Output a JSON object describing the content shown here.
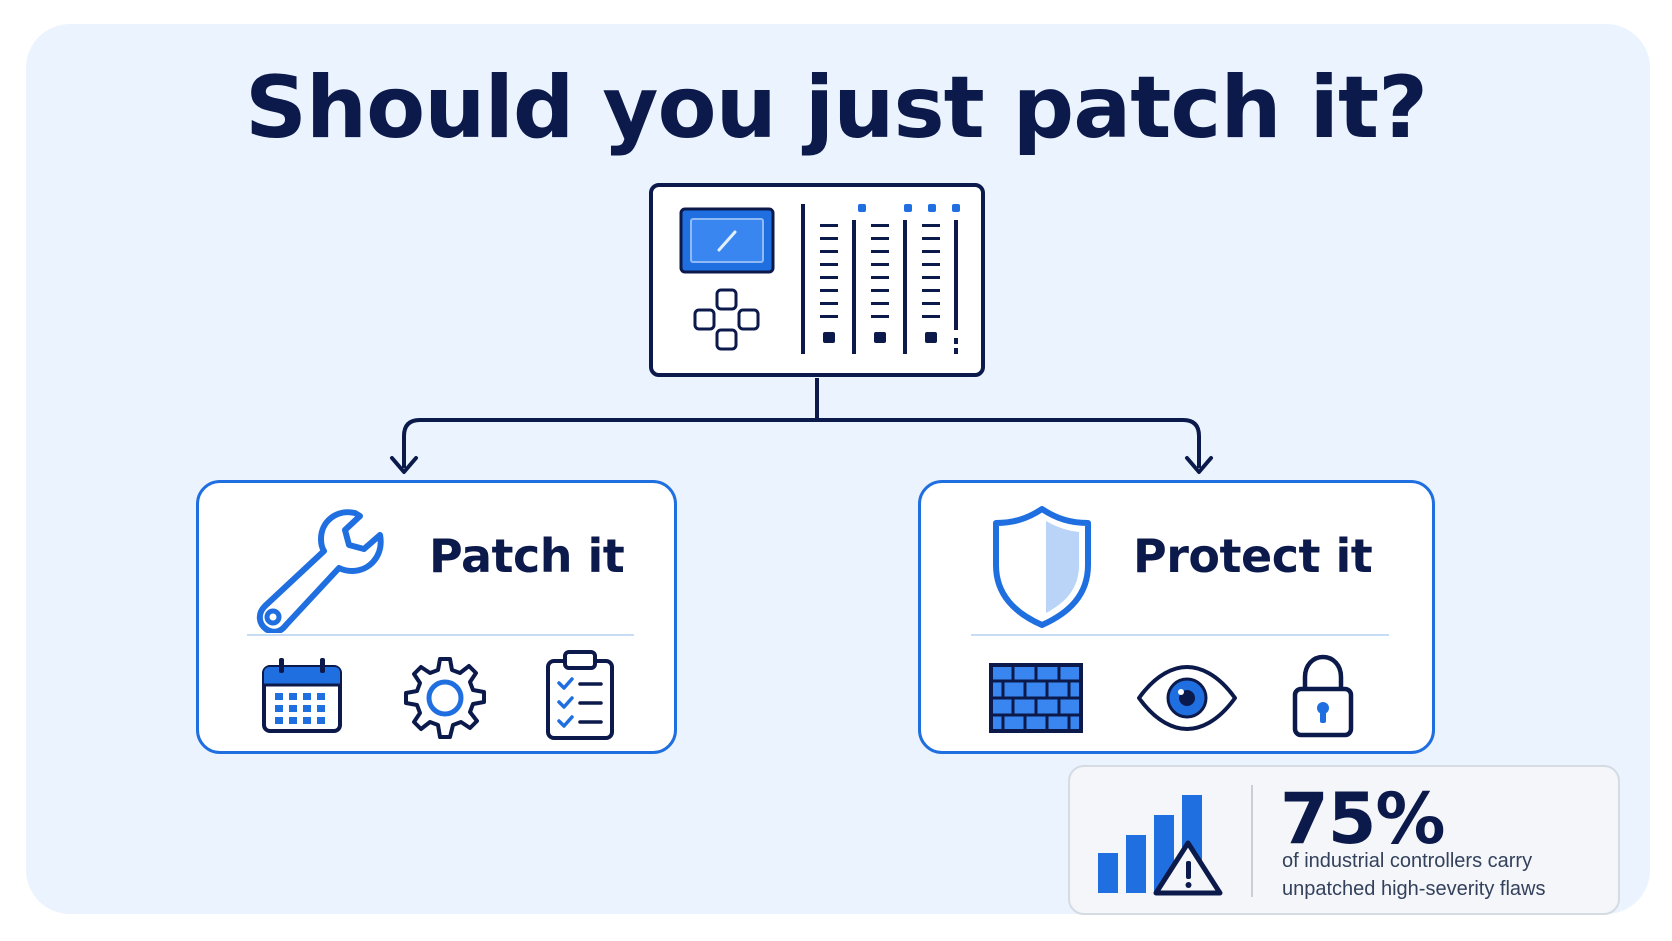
{
  "title": "Should you just patch it?",
  "device": {
    "icon": "industrial-controller-icon"
  },
  "options": [
    {
      "label": "Patch it",
      "main_icon": "wrench-icon",
      "sub_icons": [
        "calendar-icon",
        "gear-icon",
        "checklist-icon"
      ]
    },
    {
      "label": "Protect it",
      "main_icon": "shield-icon",
      "sub_icons": [
        "firewall-icon",
        "eye-icon",
        "lock-icon"
      ]
    }
  ],
  "stat": {
    "value": "75%",
    "description": "of industrial controllers carry unpatched high-severity flaws",
    "icon": "bar-chart-warning-icon"
  },
  "colors": {
    "background": "#eaf3fe",
    "navy": "#0c1a4b",
    "accent_blue": "#1f6fe0",
    "light_blue": "#b9d4f7"
  }
}
